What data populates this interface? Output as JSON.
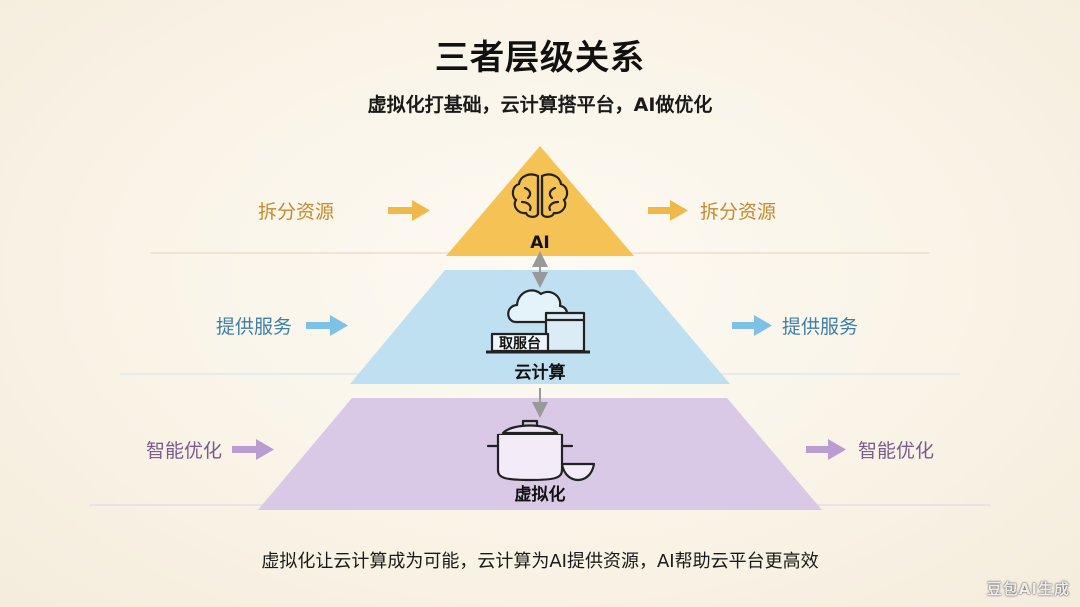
{
  "title": "三者层级关系",
  "subtitle": "虚拟化打基础，云计算搭平台，AI做优化",
  "tiers": [
    {
      "label": "AI",
      "icon": "brain-icon",
      "color": "#f4c255",
      "side_text": "拆分资源",
      "side_color": "#c78a2c",
      "arrow_color": "#f0b849"
    },
    {
      "label": "云计算",
      "icon": "cloud-server-icon",
      "icon_text": "取服台",
      "color": "#bfe0f1",
      "side_text": "提供服务",
      "side_color": "#3d7fa8",
      "arrow_color": "#7ec1e6"
    },
    {
      "label": "虚拟化",
      "icon": "cooking-pot-icon",
      "color": "#d9c8e6",
      "side_text": "智能优化",
      "side_color": "#7a5a92",
      "arrow_color": "#b99dd0"
    }
  ],
  "footer": "虚拟化让云计算成为可能，云计算为AI提供资源，AI帮助云平台更高效",
  "watermark": "豆包AI生成",
  "connector_color": "#999999"
}
